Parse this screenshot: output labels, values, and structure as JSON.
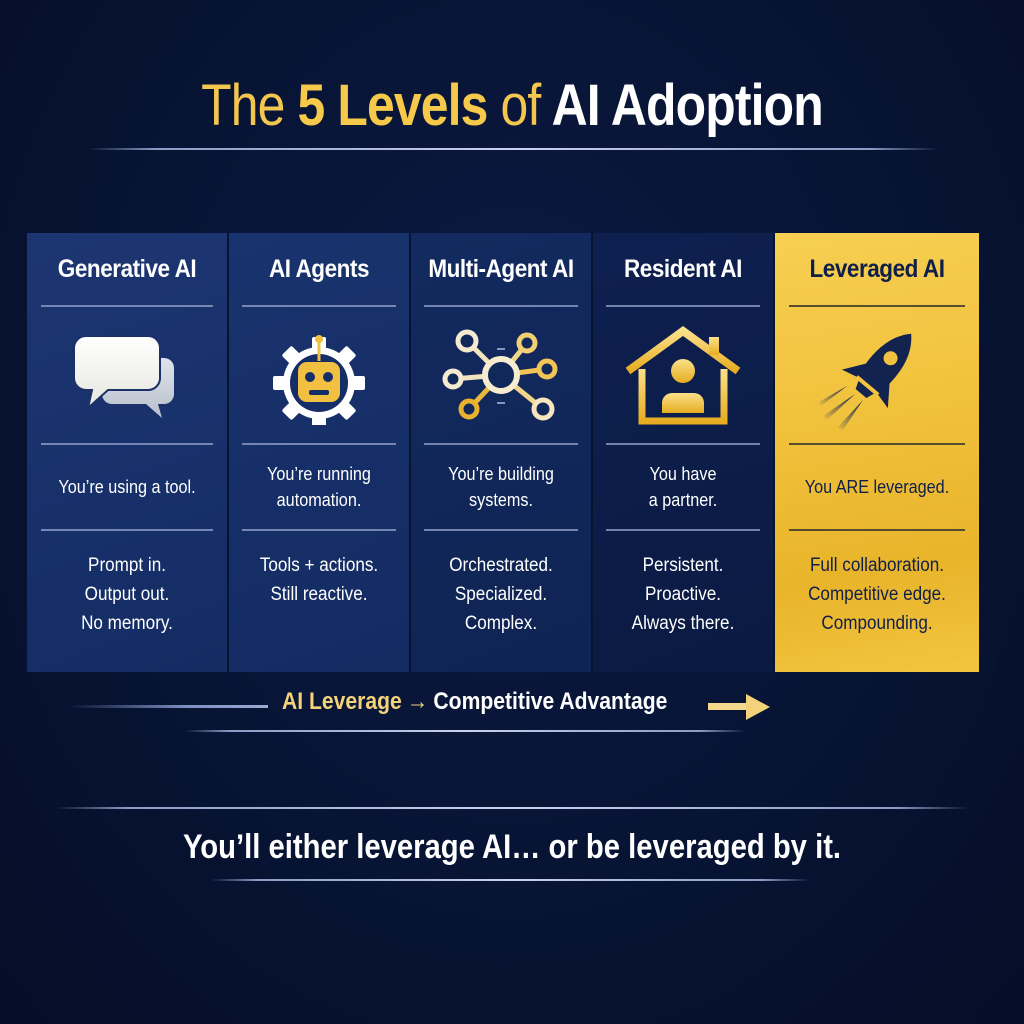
{
  "title": {
    "part1": "The",
    "part2": "5 Levels",
    "part3": "of",
    "part4": "AI Adoption"
  },
  "levels": [
    {
      "name": "Generative AI",
      "icon": "chat-bubbles-icon",
      "lead": "You’re using a tool.",
      "details": "Prompt in.\nOutput out.\nNo memory."
    },
    {
      "name": "AI Agents",
      "icon": "robot-gear-icon",
      "lead": "You’re running\nautomation.",
      "details": "Tools + actions.\nStill reactive."
    },
    {
      "name": "Multi-Agent AI",
      "icon": "network-nodes-icon",
      "lead": "You’re building\nsystems.",
      "details": "Orchestrated.\nSpecialized.\nComplex."
    },
    {
      "name": "Resident AI",
      "icon": "house-person-icon",
      "lead": "You have\na partner.",
      "details": "Persistent.\nProactive.\nAlways there."
    },
    {
      "name": "Leveraged AI",
      "icon": "rocket-icon",
      "lead": "You ARE leveraged.",
      "details": "Full collaboration.\nCompetitive edge.\nCompounding."
    }
  ],
  "tagline": {
    "left": "AI Leverage",
    "arrow": "→",
    "right": "Competitive Advantage"
  },
  "quote": "You’ll either leverage AI… or be leveraged by it.",
  "colors": {
    "background": "#081536",
    "gold": "#f3c64f",
    "highlight_panel": "#f0c03a",
    "panel_blue": "#17306a",
    "dark_text": "#0f1f4a"
  }
}
